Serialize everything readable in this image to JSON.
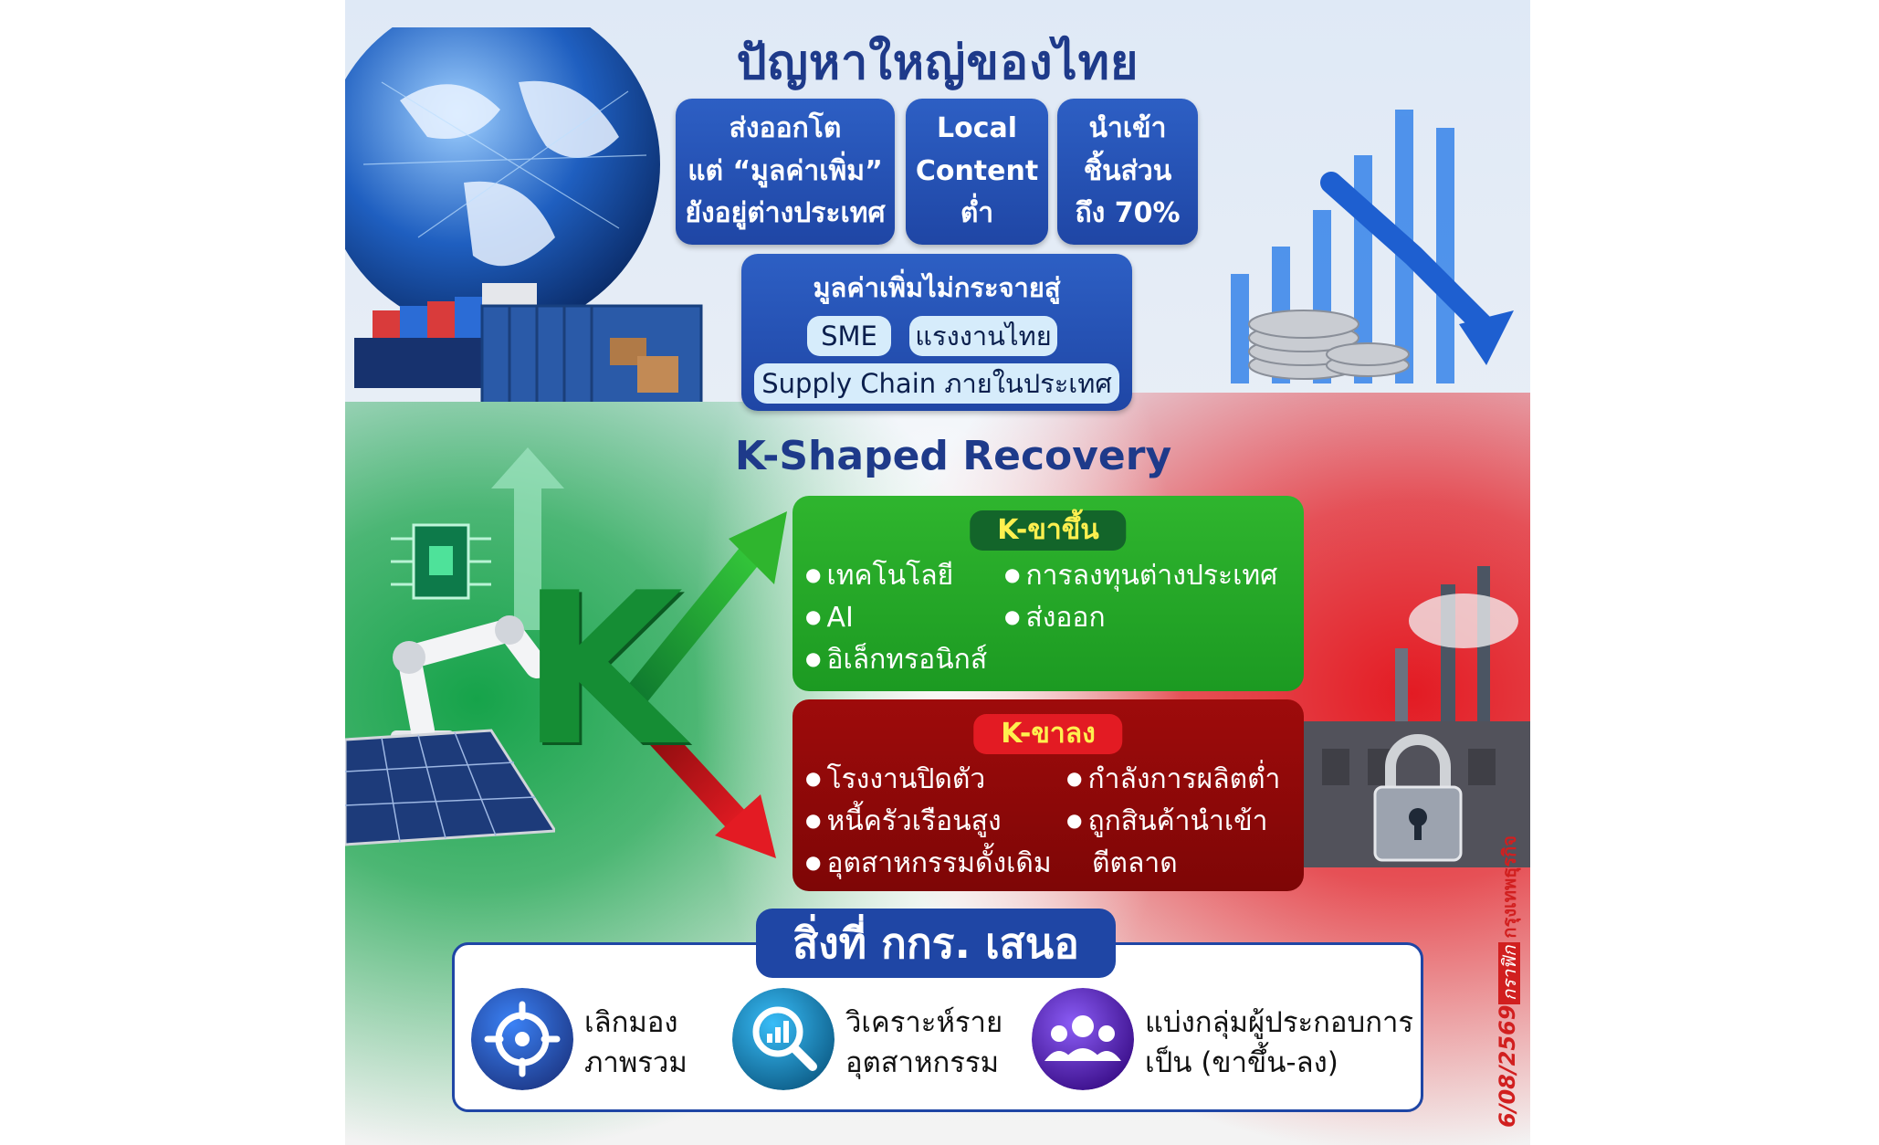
{
  "title": "ปัญหาใหญ่ของไทย",
  "problems": [
    {
      "line1": "ส่งออกโต",
      "line2_prefix": "แต่ ",
      "line2_em": "“มูลค่าเพิ่ม”",
      "line3": "ยังอยู่ต่างประเทศ"
    },
    {
      "line1": "Local",
      "line2": "Content",
      "line3": "ต่ำ"
    },
    {
      "line1": "นำเข้า",
      "line2": "ชิ้นส่วน",
      "line3": "ถึง 70%"
    }
  ],
  "value_added": {
    "title": "มูลค่าเพิ่มไม่กระจายสู่",
    "pills": [
      "SME",
      "แรงงานไทย",
      "Supply Chain ภายในประเทศ"
    ]
  },
  "k_title": "K-Shaped Recovery",
  "k_letter": "K",
  "k_up": {
    "label": "K-ขาขึ้น",
    "items": [
      "เทคโนโลยี",
      "AI",
      "อิเล็กทรอนิกส์",
      "การลงทุนต่างประเทศ",
      "ส่งออก"
    ]
  },
  "k_down": {
    "label": "K-ขาลง",
    "items": [
      "โรงงานปิดตัว",
      "หนี้ครัวเรือนสูง",
      "อุตสาหกรรมดั้งเดิม",
      "กำลังการผลิตต่ำ",
      "ถูกสินค้านำเข้า",
      "ตีตลาด"
    ]
  },
  "proposals": {
    "title": "สิ่งที่ กกร. เสนอ",
    "items": [
      {
        "icon": "target-icon",
        "line1": "เลิกมอง",
        "line2": "ภาพรวม"
      },
      {
        "icon": "magnifier-chart-icon",
        "line1": "วิเคราะห์ราย",
        "line2": "อุตสาหกรรม"
      },
      {
        "icon": "people-group-icon",
        "line1": "แบ่งกลุ่มผู้ประกอบการ",
        "line2": "เป็น (ขาขึ้น-ลง)"
      }
    ]
  },
  "credit": {
    "label": "กราฟิก",
    "source": "กรุงเทพธุรกิจ",
    "date": "6/08/2569"
  },
  "colors": {
    "navy": "#1e3a8a",
    "box_blue": "#1f46a5",
    "up_green": "#1c9a22",
    "down_red": "#7e0606",
    "badge_yellow": "#fff04f",
    "credit_red": "#d11f1f"
  }
}
